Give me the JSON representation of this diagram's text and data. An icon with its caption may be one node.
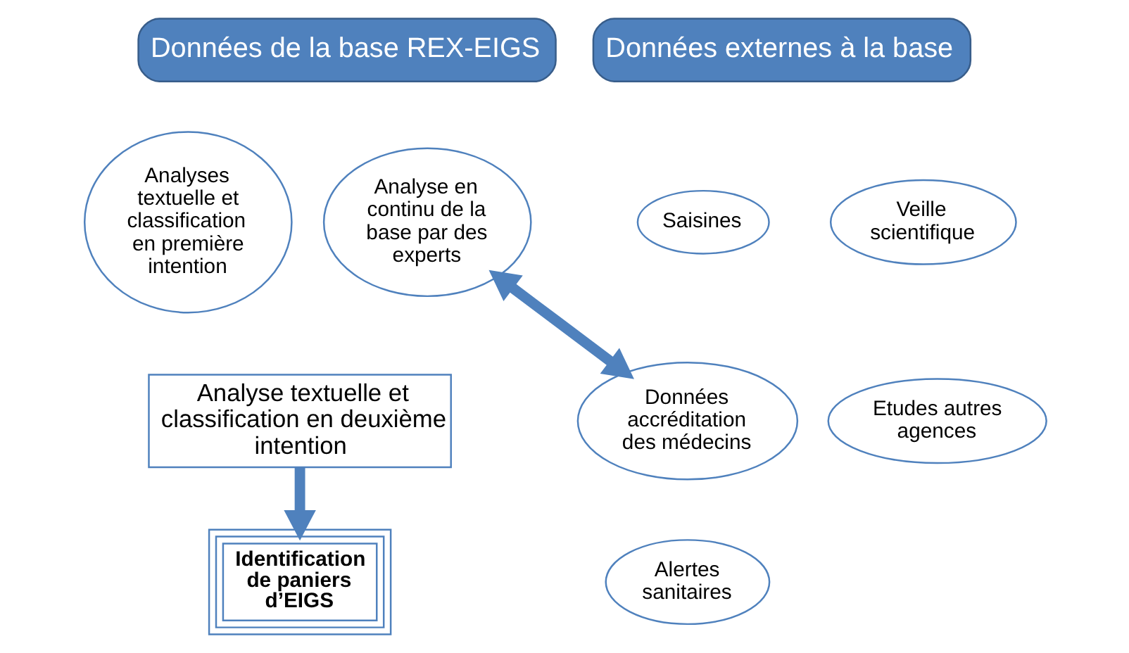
{
  "diagram": {
    "nodes": [
      {
        "text": [
          "Données de la base REX-EIGS"
        ]
      },
      {
        "text": [
          "Données externes à la base"
        ]
      },
      {
        "text": [
          "Analyses textuelle et classification en première intention"
        ]
      },
      {
        "text": [
          "Analyse en continu de la base par des experts"
        ]
      },
      {
        "text": [
          "Saisines"
        ]
      },
      {
        "text": [
          "Veille scientifique"
        ]
      },
      {
        "text": [
          "Données accréditation des médecins"
        ]
      },
      {
        "text": [
          "Etudes autres agences"
        ]
      },
      {
        "text": [
          "Alertes sanitaires"
        ]
      },
      {
        "text": [
          "Analyse textuelle et classification en deuxième intention"
        ]
      },
      {
        "text": [
          "Identification de paniers d’EIGS"
        ]
      }
    ],
    "edges": [
      {
        "from": 3,
        "to": 6,
        "arrow": "both"
      },
      {
        "from": 9,
        "to": 10,
        "arrow": "to"
      }
    ]
  }
}
